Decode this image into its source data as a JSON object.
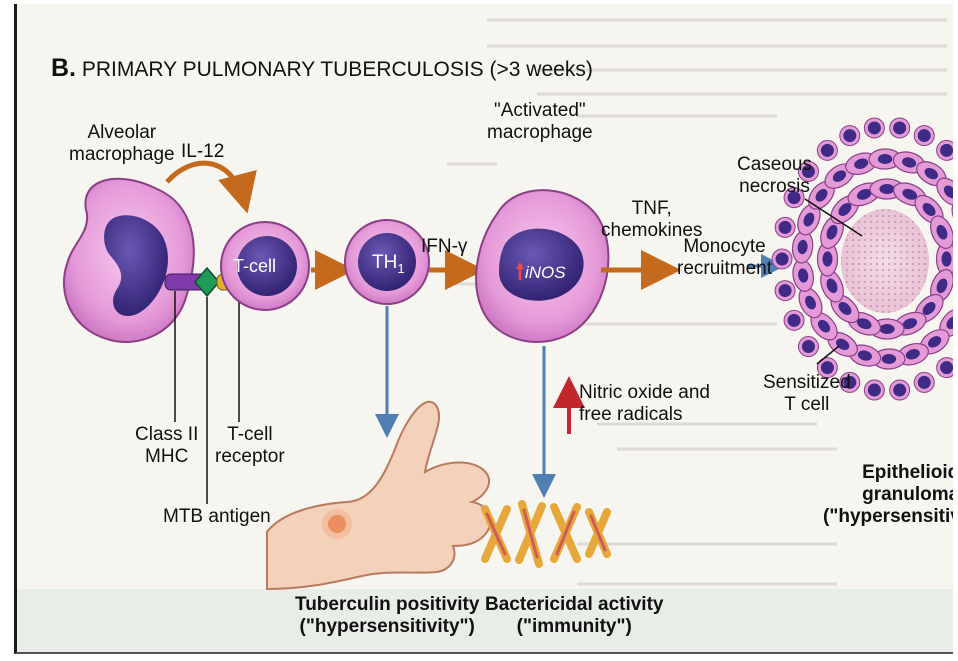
{
  "title": {
    "prefix": "B.",
    "text": "PRIMARY PULMONARY TUBERCULOSIS (>3 weeks)"
  },
  "labels": {
    "alveolar_macrophage": "Alveolar\nmacrophage",
    "il12": "IL-12",
    "tcell": "T-cell",
    "th1": "TH1",
    "ifn": "IFN-γ",
    "activated_macrophage": "\"Activated\"\nmacrophage",
    "inos": "iNOS",
    "tnf": "TNF,\nchemokines",
    "monocyte_recruitment": "Monocyte\nrecruitment",
    "caseous_necrosis": "Caseous\nnecrosis",
    "sensitized_tcell": "Sensitized\nT cell",
    "class2_mhc": "Class II\nMHC",
    "tcell_receptor": "T-cell\nreceptor",
    "mtb_antigen": "MTB antigen",
    "nitric_oxide": "Nitric oxide and\nfree radicals",
    "epithelioid_granuloma": "Epithelioid\ngranuloma\n(\"hypersensitivity\")",
    "tuberculin": "Tuberculin positivity\n(\"hypersensitivity\")",
    "bactericidal": "Bactericidal activity\n(\"immunity\")"
  },
  "colors": {
    "cell_pink": "#e59ad8",
    "cell_outline": "#8a3f86",
    "nucleus": "#3f2a85",
    "arrow_orange": "#c56a1d",
    "arrow_blue": "#4f7fb3",
    "arrow_red": "#c0282d",
    "mhc_purple": "#7d3aa8",
    "antigen_green": "#1f9a57",
    "receptor_yellow": "#e3b12a",
    "bacilli": "#d05a5a"
  }
}
